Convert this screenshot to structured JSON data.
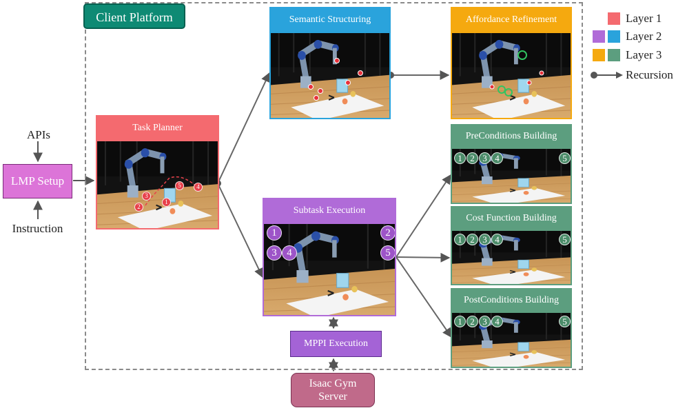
{
  "platform_label": "Client Platform",
  "inputs": {
    "apis": "APIs",
    "instruction": "Instruction"
  },
  "lmp_setup": "LMP Setup",
  "panels": {
    "task_planner": {
      "title": "Task Planner",
      "color": "#f46a6f",
      "layer": 1
    },
    "semantic_structuring": {
      "title": "Semantic Structuring",
      "color": "#2aa3dc",
      "layer": 2
    },
    "affordance_refinement": {
      "title": "Affordance Refinement",
      "color": "#f5a90f",
      "layer": 3
    },
    "subtask_execution": {
      "title": "Subtask Execution",
      "color": "#b06bd8",
      "layer": 2
    },
    "preconditions_building": {
      "title": "PreConditions Building",
      "color": "#5c9e7f",
      "layer": 3
    },
    "cost_function_building": {
      "title": "Cost Function Building",
      "color": "#5c9e7f",
      "layer": 3
    },
    "postconditions_building": {
      "title": "PostConditions Building",
      "color": "#5c9e7f",
      "layer": 3
    }
  },
  "task_planner_marks": [
    "3",
    "2",
    "1",
    "5",
    "4"
  ],
  "subtask_badges": [
    "1",
    "2",
    "3",
    "4",
    "5"
  ],
  "building_badges": [
    "1",
    "2",
    "3",
    "4",
    "5"
  ],
  "mppi_execution": "MPPI Execution",
  "isaac_gym_server": [
    "Isaac Gym",
    "Server"
  ],
  "legend": {
    "layer1": {
      "label": "Layer 1",
      "colors": [
        "#f46a6f"
      ]
    },
    "layer2": {
      "label": "Layer 2",
      "colors": [
        "#b06bd8",
        "#2aa3dc"
      ]
    },
    "layer3": {
      "label": "Layer 3",
      "colors": [
        "#f5a90f",
        "#5c9e7f"
      ]
    },
    "recursion": {
      "label": "Recursion"
    }
  }
}
